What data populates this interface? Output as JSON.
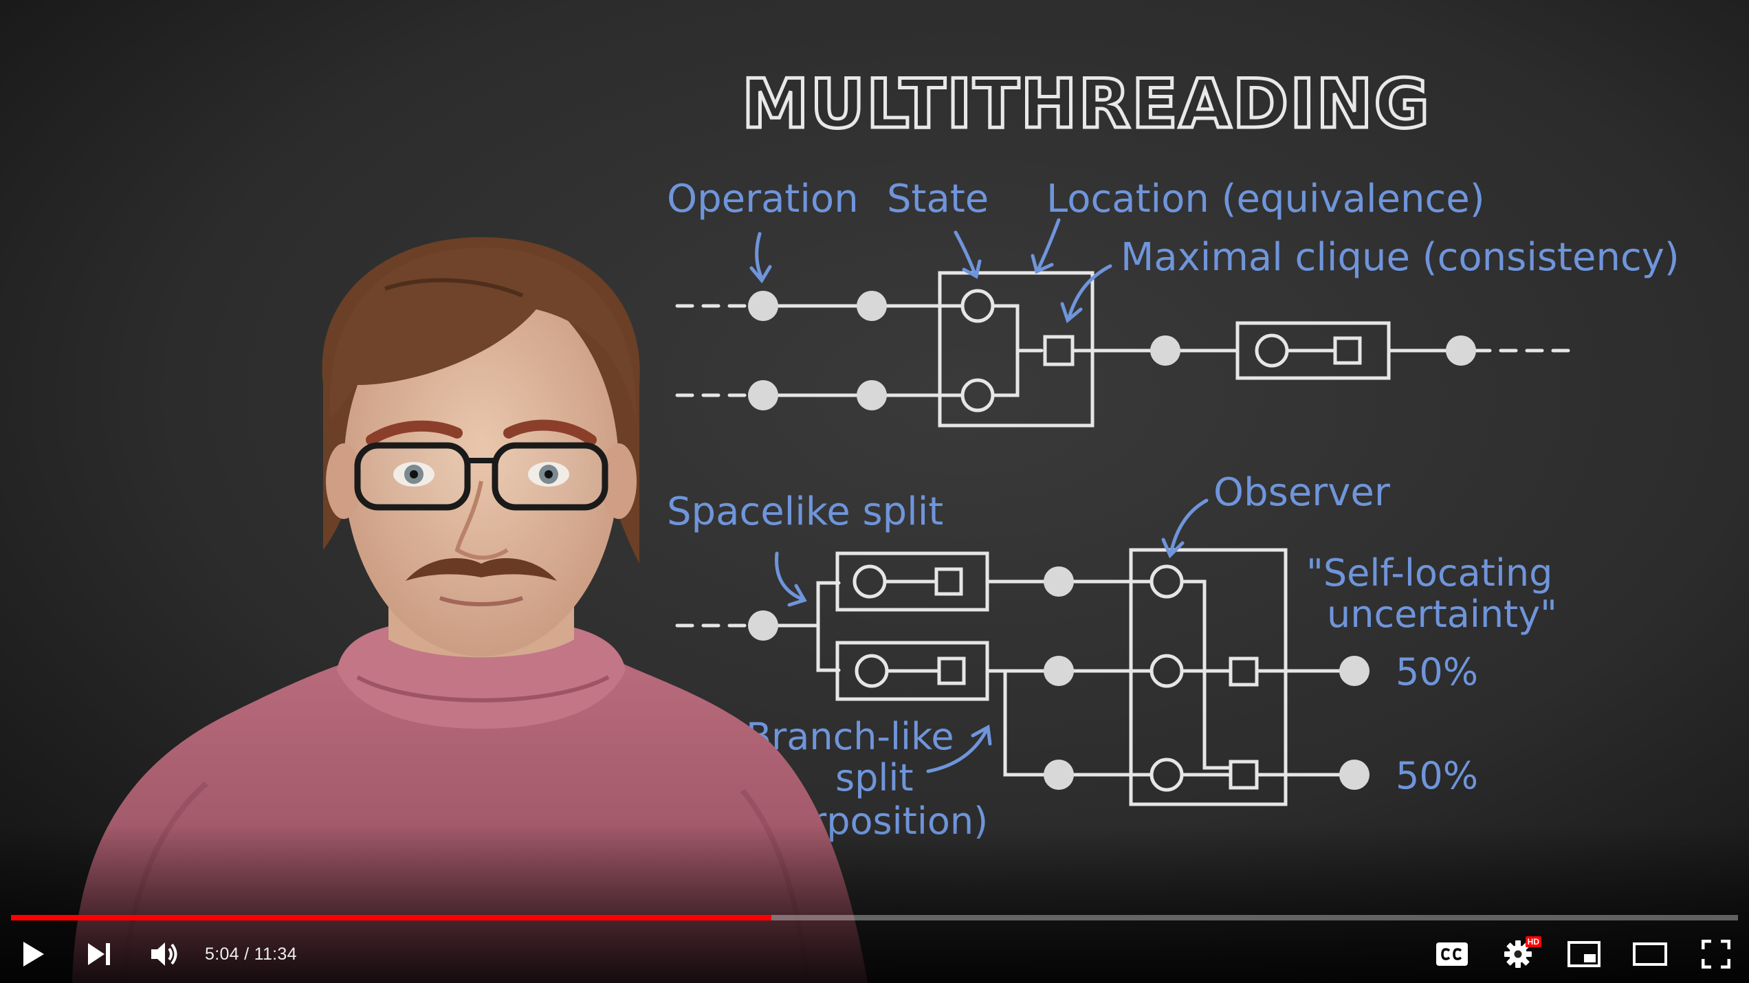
{
  "board": {
    "title": "MULTITHREADING",
    "labels": {
      "operation": "Operation",
      "state": "State",
      "location": "Location (equivalence)",
      "maximal_clique": "Maximal clique (consistency)",
      "spacelike_split": "Spacelike split",
      "observer": "Observer",
      "self_locating_1": "\"Self-locating",
      "self_locating_2": "uncertainty\"",
      "percent_top": "50%",
      "percent_bottom": "50%",
      "branch_1": "Branch-like",
      "branch_2": "split",
      "branch_3": "rposition)"
    }
  },
  "player": {
    "progress": 0.4401,
    "time_current": "5:04",
    "time_separator": " / ",
    "time_total": "11:34",
    "hd_badge": "HD",
    "colors": {
      "progress": "#ff0000",
      "chalk_blue": "#6f95db",
      "board": "#2e2e2e"
    },
    "icons": [
      "play-icon",
      "next-icon",
      "volume-icon",
      "cc-icon",
      "settings-icon",
      "miniplayer-icon",
      "theater-icon",
      "fullscreen-icon"
    ]
  }
}
